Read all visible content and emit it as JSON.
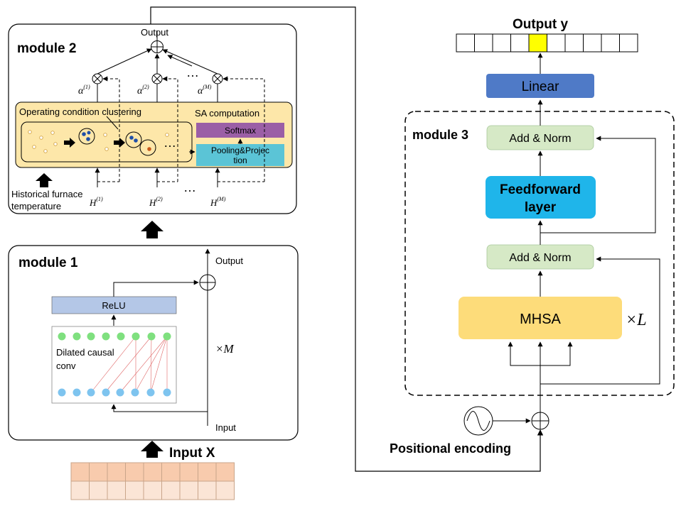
{
  "module1": {
    "title": "module 1",
    "relu_label": "ReLU",
    "conv_label_line1": "Dilated causal",
    "conv_label_line2": "conv",
    "output_label": "Output",
    "input_label": "Input",
    "repeat_label": "×M"
  },
  "module2": {
    "title": "module 2",
    "output_label": "Output",
    "clustering_label": "Operating condition clustering",
    "sa_label": "SA computation",
    "softmax_label": "Softmax",
    "pooling_line1": "Pooling&Projec",
    "pooling_line2": "tion",
    "hist_line1": "Historical furnace",
    "hist_line2": "temperature",
    "alpha_labels": [
      "α",
      "α",
      "α"
    ],
    "alpha_sups": [
      "(1)",
      "(2)",
      "(M)"
    ],
    "h_labels": [
      "H",
      "H",
      "H"
    ],
    "h_sups": [
      "(1)",
      "(2)",
      "(M)"
    ],
    "ellipsis": "…"
  },
  "module3": {
    "title": "module 3",
    "add_norm_top": "Add & Norm",
    "feedforward_line1": "Feedforward",
    "feedforward_line2": "layer",
    "add_norm_bottom": "Add & Norm",
    "mhsa_label": "MHSA",
    "repeat_label": "×L"
  },
  "linear_label": "Linear",
  "output_y_label": "Output y",
  "input_x_label": "Input X",
  "positional_encoding_label": "Positional encoding",
  "output_y_cells": 10,
  "output_y_highlight_index": 4,
  "input_grid": {
    "rows": 2,
    "cols": 9
  },
  "colors": {
    "relu_fill": "#b4c7e7",
    "clustering_panel": "#fde7a9",
    "softmax_fill": "#9b5fa6",
    "pooling_fill": "#5bc4d6",
    "linear_fill": "#4f7ac7",
    "add_norm_fill": "#d6e9c6",
    "feedforward_fill": "#1fb5ea",
    "mhsa_fill": "#fddc7a",
    "output_highlight": "#ffff00",
    "input_row1": "#f8cbad",
    "input_row2": "#fbe5d6",
    "dot_green": "#7fe07f",
    "dot_blue": "#7ec4ef"
  }
}
